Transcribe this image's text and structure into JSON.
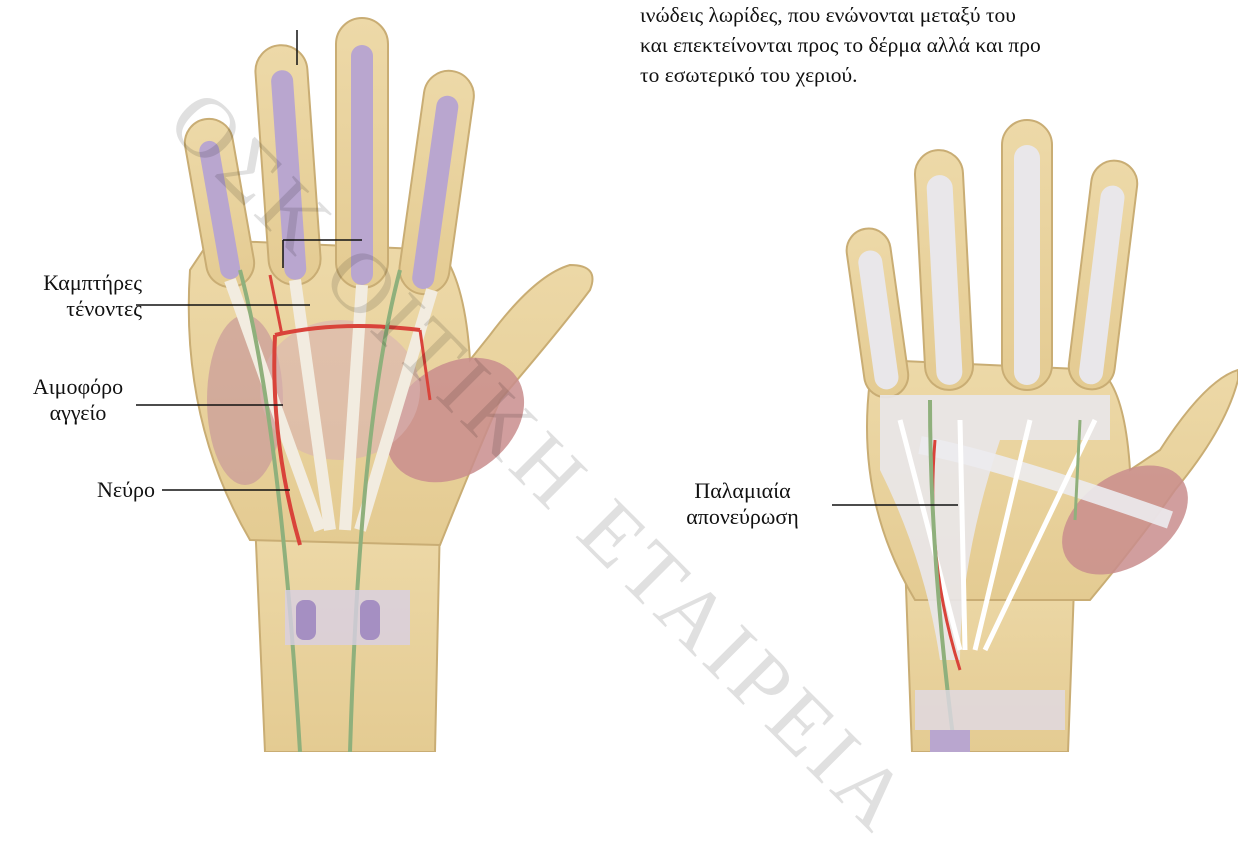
{
  "paragraph_lines": [
    "ινώδεις λωρίδες, που ενώνονται μεταξύ του",
    "και επεκτείνονται προς το δέρμα αλλά και προ",
    "το εσωτερικό του χεριού."
  ],
  "labels": {
    "flexor_tendons": [
      "Καμπτήρες",
      "τένοντες"
    ],
    "blood_vessel": [
      "Αιμοφόρο",
      "αγγείο"
    ],
    "nerve": "Νεύρο",
    "palmar_aponeurosis": [
      "Παλαμιαία",
      "απονεύρωση"
    ]
  },
  "watermark": "ΟΣΚ ΟΙΤΙΚΗ ΕΤΑΙΡΕΙΑ",
  "colors": {
    "skin": "#e8d3a0",
    "skin_edge": "#c9ad74",
    "tendon": "#b9a6cf",
    "muscle": "#c98d8d",
    "vessel": "#d9433a",
    "nerve": "#8fb07c",
    "aponeurosis": "#e9e7ea"
  }
}
